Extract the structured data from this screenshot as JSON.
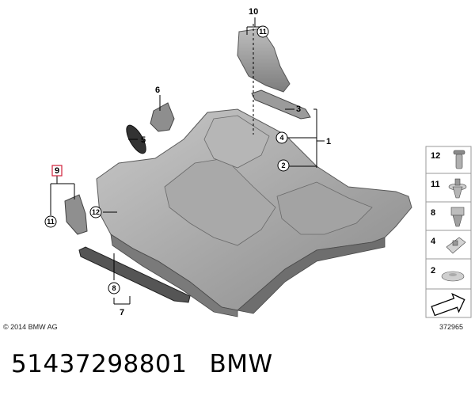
{
  "parts": {
    "p1": "1",
    "p2": "2",
    "p3": "3",
    "p4": "4",
    "p5": "5",
    "p6": "6",
    "p7": "7",
    "p8": "8",
    "p9": "9",
    "p10": "10",
    "p11": "11",
    "p12": "12"
  },
  "legend": [
    "12",
    "11",
    "8",
    "4",
    "2"
  ],
  "copyright": "© 2014 BMW AG",
  "drawing_number": "372965",
  "caption": {
    "part_number": "51437298801",
    "brand": "BMW"
  }
}
